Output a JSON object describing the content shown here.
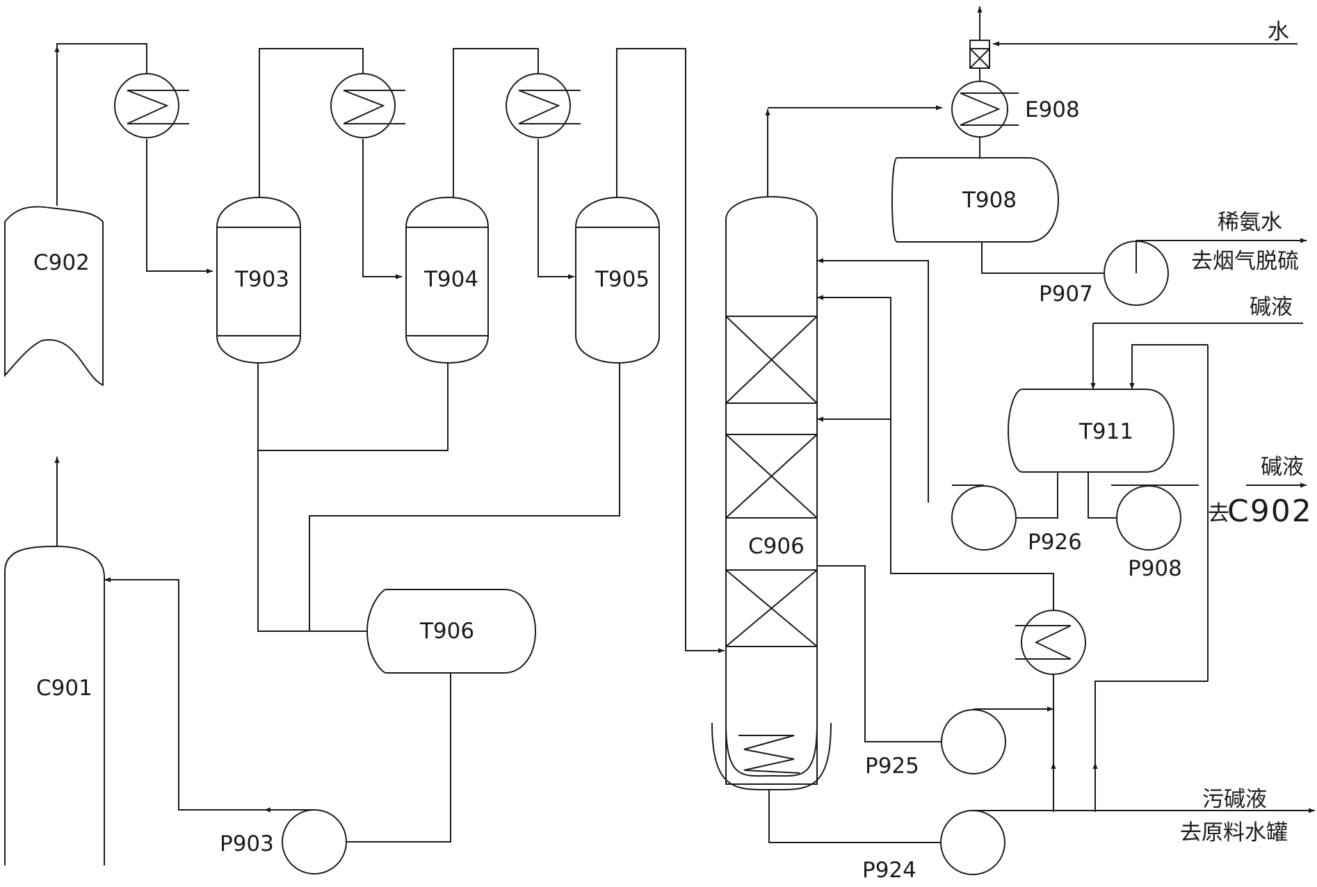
{
  "equipment": {
    "c902": "C902",
    "c901": "C901",
    "t903": "T903",
    "t904": "T904",
    "t905": "T905",
    "t906": "T906",
    "c906": "C906",
    "t908": "T908",
    "e908": "E908",
    "t911": "T911",
    "p903": "P903",
    "p907": "P907",
    "p926": "P926",
    "p908": "P908",
    "p925": "P925",
    "p924": "P924"
  },
  "streams": {
    "water": "水",
    "dilute_ammonia": "稀氨水",
    "to_flue_gas_desulfurization": "去烟气脱硫",
    "alkali_in": "碱液",
    "alkali_out": "碱液",
    "to_prefix": "去",
    "to_c902": "C902",
    "waste_alkali": "污碱液",
    "to_raw_water_tank": "去原料水罐"
  }
}
